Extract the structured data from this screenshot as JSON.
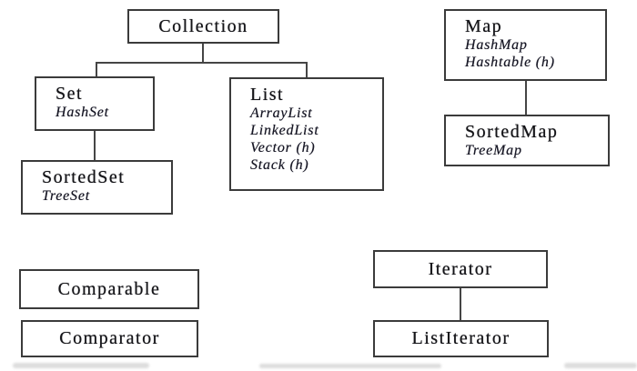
{
  "diagram": {
    "kind": "class-hierarchy",
    "nodes": {
      "collection": {
        "label": "Collection",
        "items": []
      },
      "set": {
        "label": "Set",
        "items": [
          "HashSet"
        ]
      },
      "sortedset": {
        "label": "SortedSet",
        "items": [
          "TreeSet"
        ]
      },
      "list": {
        "label": "List",
        "items": [
          "ArrayList",
          "LinkedList",
          "Vector (h)",
          "Stack (h)"
        ]
      },
      "map": {
        "label": "Map",
        "items": [
          "HashMap",
          "Hashtable (h)"
        ]
      },
      "sortedmap": {
        "label": "SortedMap",
        "items": [
          "TreeMap"
        ]
      },
      "comparable": {
        "label": "Comparable",
        "items": []
      },
      "comparator": {
        "label": "Comparator",
        "items": []
      },
      "iterator": {
        "label": "Iterator",
        "items": []
      },
      "listiterator": {
        "label": "ListIterator",
        "items": []
      }
    },
    "edges": [
      {
        "from": "collection",
        "to": "set"
      },
      {
        "from": "collection",
        "to": "list"
      },
      {
        "from": "set",
        "to": "sortedset"
      },
      {
        "from": "map",
        "to": "sortedmap"
      },
      {
        "from": "iterator",
        "to": "listiterator"
      }
    ],
    "colors": {
      "background": "#ffffff",
      "border": "#3b3b3b",
      "text": "#141418",
      "connector": "#454545"
    }
  }
}
